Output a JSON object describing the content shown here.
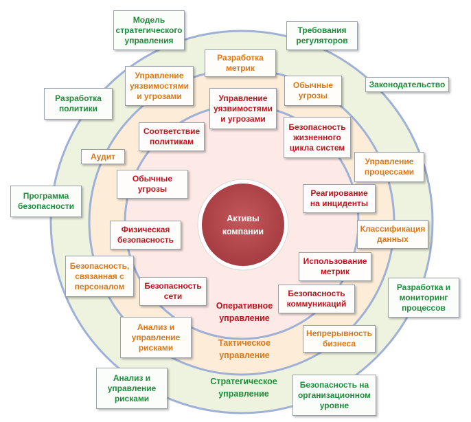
{
  "center": {
    "label": "Активы\nкомпании"
  },
  "rings": {
    "operational": "Оперативное\nуправление",
    "tactical": "Тактическое\nуправление",
    "strategic": "Стратегическое\nуправление"
  },
  "colors": {
    "strategic": "#1e8c3a",
    "tactical": "#d9781c",
    "operational": "#c0141e",
    "outer_ring": "#eef3df",
    "middle_ring": "#fcecd8",
    "inner_ring": "#fdeae6",
    "center_fill": "#b44a4e",
    "ring_border": "#9fb0d6"
  },
  "strategic_boxes": [
    "Модель\nстратегического\nуправления",
    "Требования\nрегуляторов",
    "Законодательство",
    "Разработка\nполитики",
    "Программа\nбезопасности",
    "Разработка и\nмониторинг\nпроцессов",
    "Анализ и\nуправление\nрисками",
    "Безопасность на\nорганизационном\nуровне"
  ],
  "tactical_boxes": [
    "Разработка\nметрик",
    "Управление\nуязвимостями\nи угрозами",
    "Обычные\nугрозы",
    "Аудит",
    "Управление\nпроцессами",
    "Классификация\nданных",
    "Безопасность,\nсвязанная с\nперсоналом",
    "Анализ и\nуправление\nрисками",
    "Непрерывность\nбизнеса"
  ],
  "operational_boxes": [
    "Управление\nуязвимостями\nи угрозами",
    "Соответствие\nполитикам",
    "Безопасность\nжизненного\nцикла систем",
    "Обычные\nугрозы",
    "Реагирование\nна инциденты",
    "Физическая\nбезопасность",
    "Использование\nметрик",
    "Безопасность\nсети",
    "Безопасность\nкоммуникаций"
  ]
}
